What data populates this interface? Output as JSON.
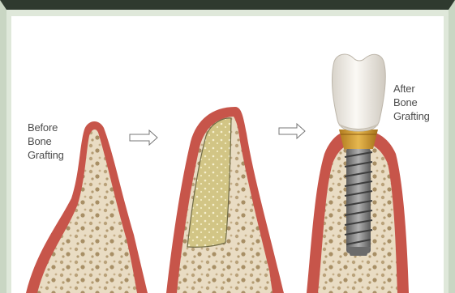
{
  "labels": {
    "before": [
      "Before",
      "Bone",
      "Grafting"
    ],
    "after": [
      "After",
      "Bone",
      "Grafting"
    ]
  },
  "colors": {
    "gum": "#c7554a",
    "bone": "#e9dcc3",
    "graft": "#d9cf8e",
    "crown": "#f3f0ea",
    "abutment": "#d6a33a",
    "implant": "#8d8d8d"
  }
}
